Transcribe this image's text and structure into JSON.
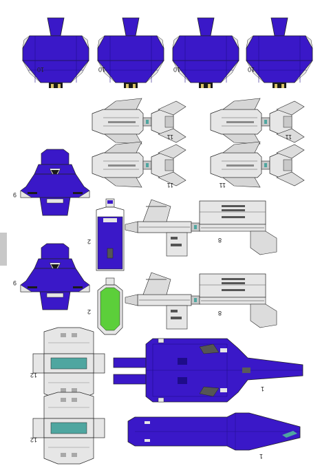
{
  "sheet": {
    "colors": {
      "blue": "#3a18c8",
      "dark_blue": "#1e0c8a",
      "light_grey": "#e6e6e6",
      "grey": "#c9c9c9",
      "dark_grey": "#8a8a8a",
      "green": "#5ccf3a",
      "teal": "#4fa6a0",
      "outline": "#222222"
    },
    "part_numbers": {
      "p10": "10",
      "p11": "11",
      "p9": "9",
      "p2": "2",
      "p8": "8",
      "p12": "12",
      "p1": "1"
    }
  }
}
